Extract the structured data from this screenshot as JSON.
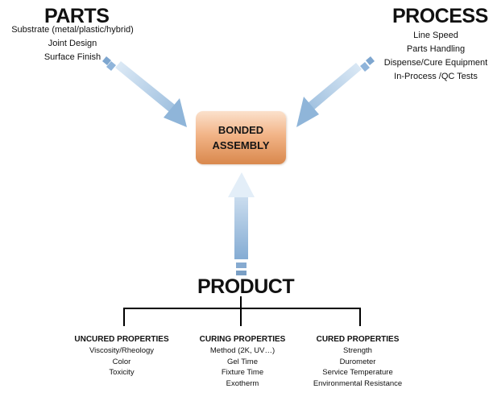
{
  "parts": {
    "title": "PARTS",
    "items": [
      "Substrate (metal/plastic/hybrid)",
      "Joint Design",
      "Surface Finish"
    ]
  },
  "process": {
    "title": "PROCESS",
    "items": [
      "Line Speed",
      "Parts Handling",
      "Dispense/Cure Equipment",
      "In-Process /QC Tests"
    ]
  },
  "center": {
    "line1": "BONDED",
    "line2": "ASSEMBLY"
  },
  "product": {
    "title": "PRODUCT",
    "columns": [
      {
        "title": "UNCURED PROPERTIES",
        "items": [
          "Viscosity/Rheology",
          "Color",
          "Toxicity"
        ]
      },
      {
        "title": "CURING PROPERTIES",
        "items": [
          "Method (2K, UV…)",
          "Gel Time",
          "Fixture Time",
          "Exotherm"
        ]
      },
      {
        "title": "CURED PROPERTIES",
        "items": [
          "Strength",
          "Durometer",
          "Service Temperature",
          "Environmental Resistance"
        ]
      }
    ]
  },
  "colors": {
    "arrow_light": "#e3eef8",
    "arrow_dark": "#86add4",
    "box_top": "#fbe1cc",
    "box_bottom": "#d9884d"
  }
}
